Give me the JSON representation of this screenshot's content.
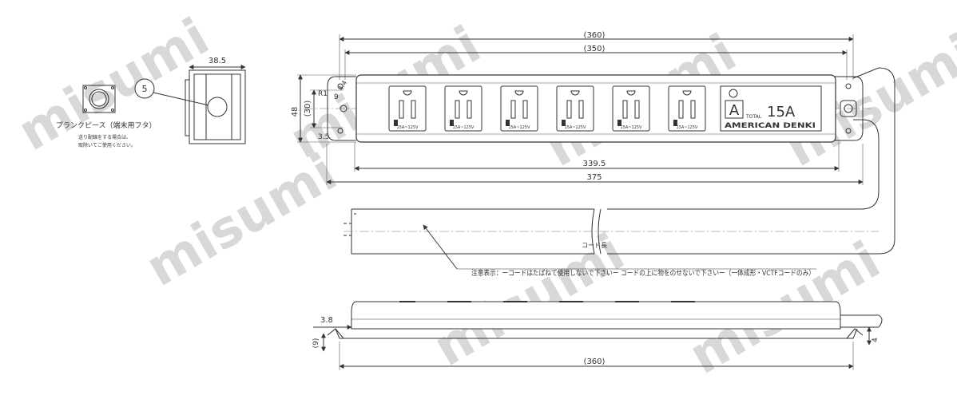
{
  "watermark": "misumi",
  "left_view": {
    "balloon_number": "5",
    "width_dim": "38.5",
    "blank_piece_label": "ブランクピース（端末用フタ）",
    "note_line1": "送り配線をする場合は、",
    "note_line2": "取除いてご使用ください。"
  },
  "top_view": {
    "overall_width": "(360)",
    "inner_width": "(350)",
    "body_length": "339.5",
    "total_length": "375",
    "height_48": "48",
    "height_30": "(30)",
    "radius_r1": "R1",
    "label_9": "9",
    "label_4_4": "4.4",
    "label_3_5": "3.5",
    "outlet_rating": "15A~125V",
    "outlet_count": 6,
    "logo_letter": "A",
    "logo_total": "TOTAL",
    "logo_amp": "15A",
    "brand": "AMERICAN DENKI"
  },
  "cord": {
    "label": "コード長",
    "caution": "注意表示：ーコードはたばねて使用しないで下さいー コードの上に物をのせないで下さいー（一体成形・VCTFコードのみ）"
  },
  "side_view": {
    "dim_3_8": "3.8",
    "dim_9": "(9)",
    "dim_4": "4",
    "width": "(360)"
  }
}
